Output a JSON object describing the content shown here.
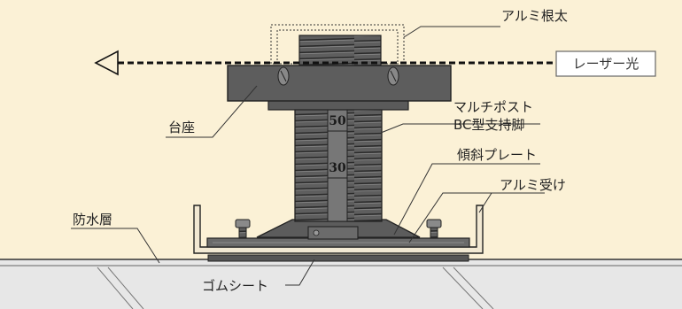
{
  "labels": {
    "aluminum_joist": "アルミ根太",
    "laser_light": "レーザー光",
    "base_seat": "台座",
    "multipost_line1": "マルチポスト",
    "multipost_line2": "BC型支持脚",
    "tilt_plate": "傾斜プレート",
    "aluminum_receiver": "アルミ受け",
    "waterproof_layer": "防水層",
    "rubber_sheet": "ゴムシート"
  },
  "scale_marks": {
    "upper": "50",
    "lower": "30"
  },
  "colors": {
    "background": "#fbf1d6",
    "slab": "#e6e6e6",
    "part_dark": "#5a5a5a",
    "part_mid": "#6e6e6e",
    "outline": "#222222"
  }
}
